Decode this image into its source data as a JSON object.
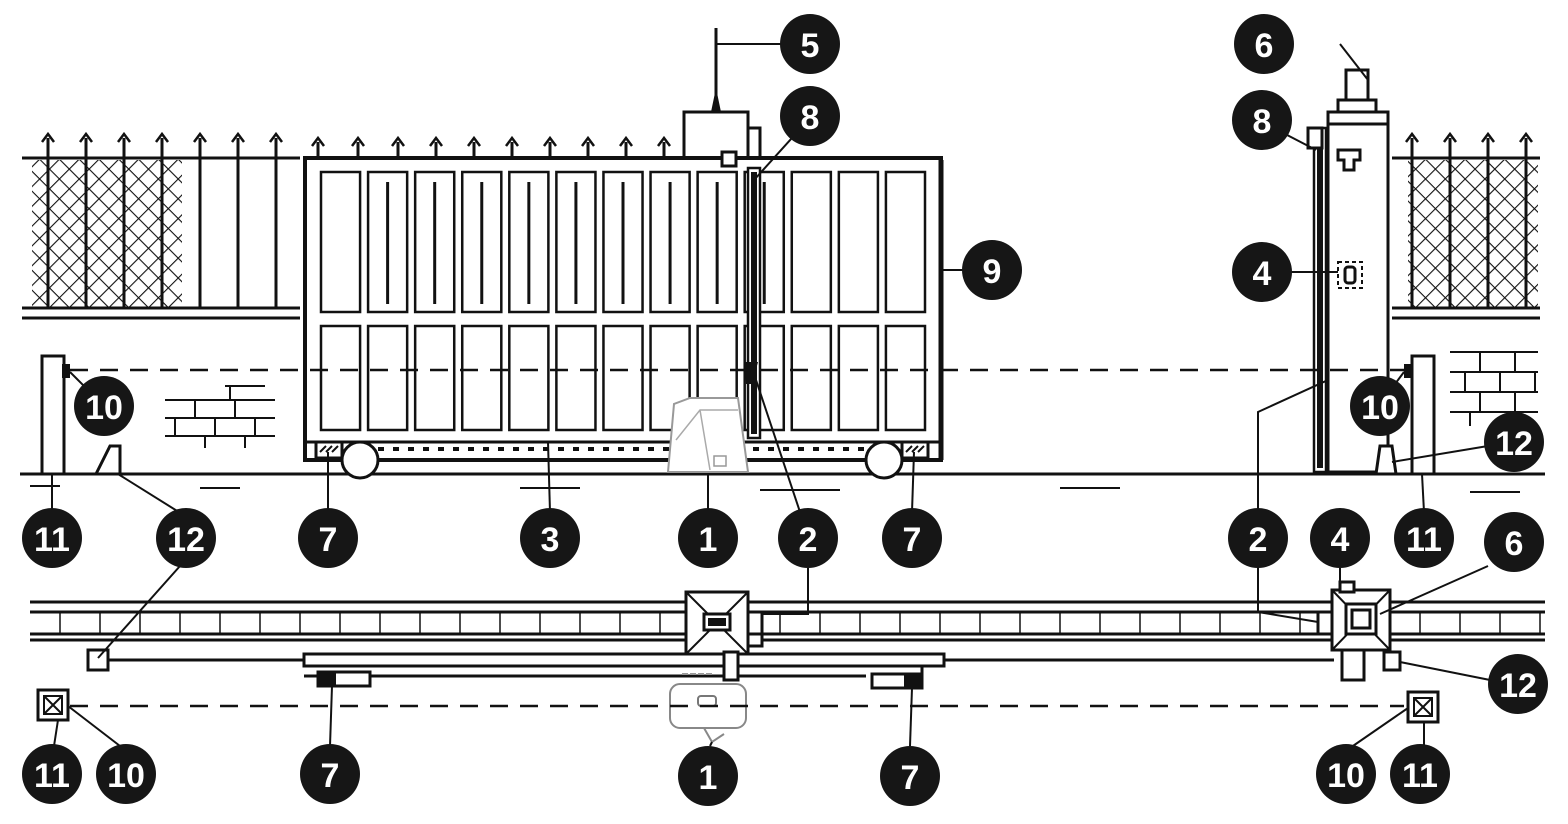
{
  "colors": {
    "ink": "#111111",
    "badge": "#161616",
    "badge_text": "#ffffff",
    "paper": "#ffffff"
  },
  "labels": {
    "l1": "1",
    "l2": "2",
    "l3": "3",
    "l4": "4",
    "l5": "5",
    "l6": "6",
    "l7": "7",
    "l8": "8",
    "l9": "9",
    "l10": "10",
    "l11": "11",
    "l12": "12"
  }
}
